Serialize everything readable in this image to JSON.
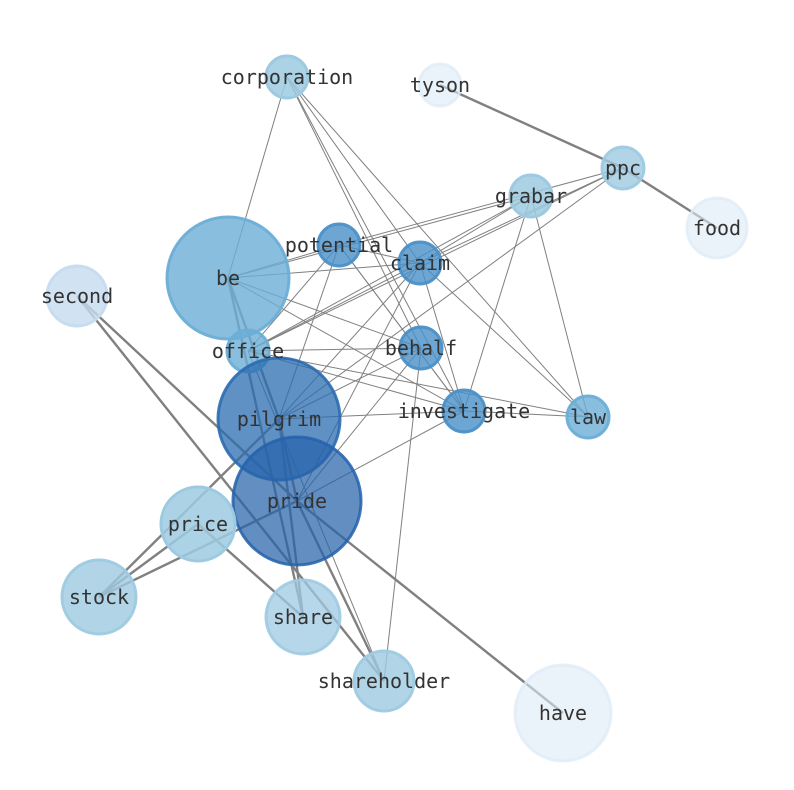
{
  "nodes": [
    {
      "id": "corporation",
      "label": "corporation",
      "color": "#9ecae1",
      "opacity": 0.85
    },
    {
      "id": "tyson",
      "label": "tyson",
      "color": "#deebf7",
      "opacity": 0.6
    },
    {
      "id": "ppc",
      "label": "ppc",
      "color": "#9ecae1",
      "opacity": 0.8
    },
    {
      "id": "grabar",
      "label": "grabar",
      "color": "#9ecae1",
      "opacity": 0.85
    },
    {
      "id": "food",
      "label": "food",
      "color": "#deebf7",
      "opacity": 0.6
    },
    {
      "id": "potential",
      "label": "potential",
      "color": "#4a90c8",
      "opacity": 0.8
    },
    {
      "id": "claim",
      "label": "claim",
      "color": "#4a90c8",
      "opacity": 0.8
    },
    {
      "id": "be",
      "label": "be",
      "color": "#6baed6",
      "opacity": 0.8
    },
    {
      "id": "second",
      "label": "second",
      "color": "#c6dbef",
      "opacity": 0.8
    },
    {
      "id": "office",
      "label": "office",
      "color": "#6baed6",
      "opacity": 0.8
    },
    {
      "id": "behalf",
      "label": "behalf",
      "color": "#4a90c8",
      "opacity": 0.8
    },
    {
      "id": "investigate",
      "label": "investigate",
      "color": "#4a90c8",
      "opacity": 0.8
    },
    {
      "id": "law",
      "label": "law",
      "color": "#6baed6",
      "opacity": 0.8
    },
    {
      "id": "pilgrim",
      "label": "pilgrim",
      "color": "#2b6cb0",
      "opacity": 0.75
    },
    {
      "id": "pride",
      "label": "pride",
      "color": "#2563ab",
      "opacity": 0.72
    },
    {
      "id": "price",
      "label": "price",
      "color": "#9ecae1",
      "opacity": 0.85
    },
    {
      "id": "stock",
      "label": "stock",
      "color": "#9ecae1",
      "opacity": 0.8
    },
    {
      "id": "share",
      "label": "share",
      "color": "#9ecae1",
      "opacity": 0.75
    },
    {
      "id": "shareholder",
      "label": "shareholder",
      "color": "#9ecae1",
      "opacity": 0.8
    },
    {
      "id": "have",
      "label": "have",
      "color": "#deebf7",
      "opacity": 0.6
    }
  ],
  "edges": [
    {
      "source": "tyson",
      "target": "ppc",
      "weight": "heavy"
    },
    {
      "source": "ppc",
      "target": "food",
      "weight": "heavy"
    },
    {
      "source": "second",
      "target": "pride",
      "weight": "heavy"
    },
    {
      "source": "second",
      "target": "shareholder",
      "weight": "heavy"
    },
    {
      "source": "be",
      "target": "share",
      "weight": "heavy"
    },
    {
      "source": "be",
      "target": "pilgrim",
      "weight": "heavy"
    },
    {
      "source": "pilgrim",
      "target": "share",
      "weight": "heavy"
    },
    {
      "source": "pilgrim",
      "target": "stock",
      "weight": "heavy"
    },
    {
      "source": "pride",
      "target": "stock",
      "weight": "heavy"
    },
    {
      "source": "price",
      "target": "stock",
      "weight": "heavy"
    },
    {
      "source": "price",
      "target": "share",
      "weight": "heavy"
    },
    {
      "source": "pride",
      "target": "have",
      "weight": "heavy"
    },
    {
      "source": "pride",
      "target": "shareholder",
      "weight": "heavy"
    },
    {
      "source": "pilgrim",
      "target": "pride",
      "weight": "heavy"
    },
    {
      "source": "corporation",
      "target": "be",
      "weight": "light"
    },
    {
      "source": "corporation",
      "target": "claim",
      "weight": "light"
    },
    {
      "source": "corporation",
      "target": "behalf",
      "weight": "light"
    },
    {
      "source": "corporation",
      "target": "investigate",
      "weight": "light"
    },
    {
      "source": "corporation",
      "target": "law",
      "weight": "light"
    },
    {
      "source": "ppc",
      "target": "claim",
      "weight": "light"
    },
    {
      "source": "ppc",
      "target": "office",
      "weight": "light"
    },
    {
      "source": "ppc",
      "target": "pilgrim",
      "weight": "light"
    },
    {
      "source": "ppc",
      "target": "potential",
      "weight": "light"
    },
    {
      "source": "grabar",
      "target": "be",
      "weight": "light"
    },
    {
      "source": "grabar",
      "target": "claim",
      "weight": "light"
    },
    {
      "source": "grabar",
      "target": "investigate",
      "weight": "light"
    },
    {
      "source": "grabar",
      "target": "law",
      "weight": "light"
    },
    {
      "source": "grabar",
      "target": "office",
      "weight": "light"
    },
    {
      "source": "potential",
      "target": "be",
      "weight": "light"
    },
    {
      "source": "potential",
      "target": "claim",
      "weight": "light"
    },
    {
      "source": "potential",
      "target": "investigate",
      "weight": "light"
    },
    {
      "source": "potential",
      "target": "pilgrim",
      "weight": "light"
    },
    {
      "source": "potential",
      "target": "office",
      "weight": "light"
    },
    {
      "source": "claim",
      "target": "be",
      "weight": "light"
    },
    {
      "source": "claim",
      "target": "law",
      "weight": "light"
    },
    {
      "source": "claim",
      "target": "office",
      "weight": "light"
    },
    {
      "source": "claim",
      "target": "pilgrim",
      "weight": "light"
    },
    {
      "source": "claim",
      "target": "pride",
      "weight": "light"
    },
    {
      "source": "claim",
      "target": "investigate",
      "weight": "light"
    },
    {
      "source": "be",
      "target": "behalf",
      "weight": "light"
    },
    {
      "source": "be",
      "target": "investigate",
      "weight": "light"
    },
    {
      "source": "office",
      "target": "behalf",
      "weight": "light"
    },
    {
      "source": "office",
      "target": "investigate",
      "weight": "light"
    },
    {
      "source": "office",
      "target": "law",
      "weight": "light"
    },
    {
      "source": "office",
      "target": "shareholder",
      "weight": "light"
    },
    {
      "source": "behalf",
      "target": "pilgrim",
      "weight": "light"
    },
    {
      "source": "behalf",
      "target": "pride",
      "weight": "light"
    },
    {
      "source": "behalf",
      "target": "shareholder",
      "weight": "light"
    },
    {
      "source": "investigate",
      "target": "pilgrim",
      "weight": "light"
    },
    {
      "source": "investigate",
      "target": "pride",
      "weight": "light"
    },
    {
      "source": "investigate",
      "target": "law",
      "weight": "light"
    },
    {
      "source": "investigate",
      "target": "potential",
      "weight": "light"
    }
  ]
}
